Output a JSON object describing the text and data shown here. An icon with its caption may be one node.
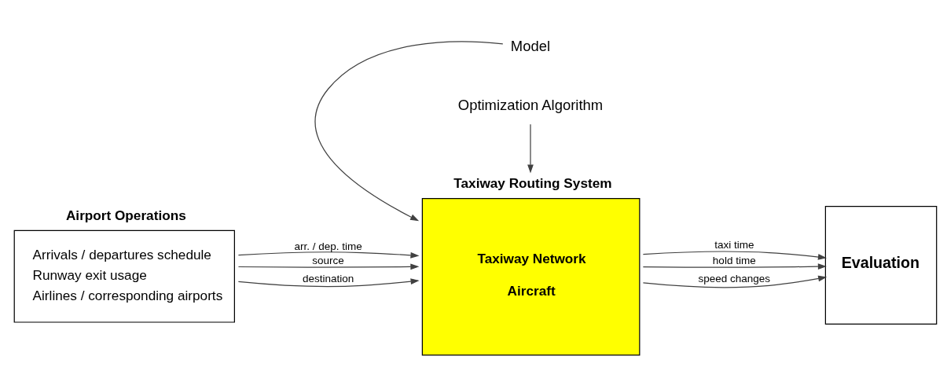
{
  "diagram": {
    "nodes": [
      {
        "text": [
          "Airport Operations",
          "Arrivals / departures schedule",
          "Runway exit usage",
          "Airlines / corresponding airports"
        ]
      },
      {
        "text": [
          "Taxiway Routing System",
          "Taxiway Network",
          "Aircraft"
        ]
      },
      {
        "text": [
          "Evaluation"
        ]
      },
      {
        "text": [
          "Model"
        ]
      },
      {
        "text": [
          "Optimization Algorithm"
        ]
      }
    ],
    "edges": [
      {
        "from": 0,
        "to": 1,
        "arrow": "to",
        "label": "arr. / dep. time"
      },
      {
        "from": 0,
        "to": 1,
        "arrow": "to",
        "label": "source"
      },
      {
        "from": 0,
        "to": 1,
        "arrow": "to",
        "label": "destination"
      },
      {
        "from": 1,
        "to": 2,
        "arrow": "to",
        "label": "taxi time"
      },
      {
        "from": 1,
        "to": 2,
        "arrow": "to",
        "label": "hold time"
      },
      {
        "from": 1,
        "to": 2,
        "arrow": "to",
        "label": "speed changes"
      },
      {
        "from": 3,
        "to": 1,
        "arrow": "to"
      },
      {
        "from": 4,
        "to": 1,
        "arrow": "to"
      }
    ]
  }
}
